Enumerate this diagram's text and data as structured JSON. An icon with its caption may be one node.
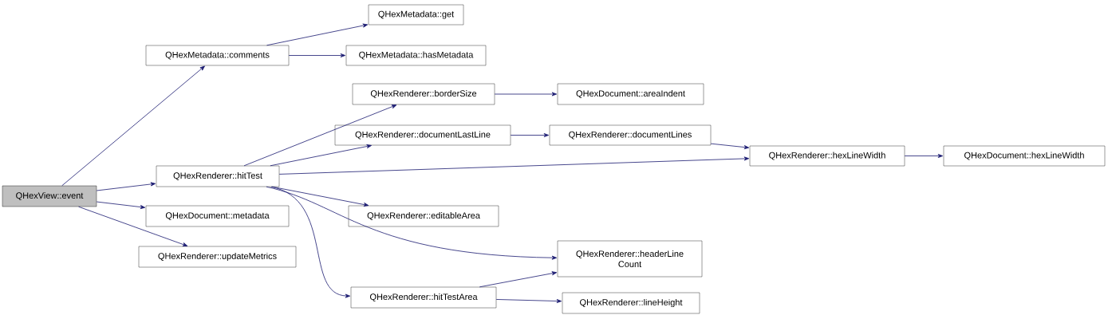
{
  "diagram": {
    "nodes": [
      {
        "text": [
          "QHexView::event"
        ]
      },
      {
        "text": [
          "QHexMetadata::comments"
        ]
      },
      {
        "text": [
          "QHexMetadata::get"
        ]
      },
      {
        "text": [
          "QHexMetadata::hasMetadata"
        ]
      },
      {
        "text": [
          "QHexRenderer::hitTest"
        ]
      },
      {
        "text": [
          "QHexRenderer::borderSize"
        ]
      },
      {
        "text": [
          "QHexDocument::areaIndent"
        ]
      },
      {
        "text": [
          "QHexRenderer::documentLastLine"
        ]
      },
      {
        "text": [
          "QHexRenderer::documentLines"
        ]
      },
      {
        "text": [
          "QHexRenderer::hexLineWidth"
        ]
      },
      {
        "text": [
          "QHexDocument::hexLineWidth"
        ]
      },
      {
        "text": [
          "QHexRenderer::editableArea"
        ]
      },
      {
        "text": [
          "QHexRenderer::headerLine Count"
        ]
      },
      {
        "text": [
          "QHexRenderer::hitTestArea"
        ]
      },
      {
        "text": [
          "QHexRenderer::lineHeight"
        ]
      },
      {
        "text": [
          "QHexDocument::metadata"
        ]
      },
      {
        "text": [
          "QHexRenderer::updateMetrics"
        ]
      }
    ],
    "edges": [
      {
        "from": 0,
        "to": 1,
        "arrow": "to"
      },
      {
        "from": 0,
        "to": 4,
        "arrow": "to"
      },
      {
        "from": 0,
        "to": 15,
        "arrow": "to"
      },
      {
        "from": 0,
        "to": 16,
        "arrow": "to"
      },
      {
        "from": 1,
        "to": 2,
        "arrow": "to"
      },
      {
        "from": 1,
        "to": 3,
        "arrow": "to"
      },
      {
        "from": 4,
        "to": 5,
        "arrow": "to"
      },
      {
        "from": 4,
        "to": 7,
        "arrow": "to"
      },
      {
        "from": 4,
        "to": 9,
        "arrow": "to"
      },
      {
        "from": 4,
        "to": 11,
        "arrow": "to"
      },
      {
        "from": 4,
        "to": 12,
        "arrow": "to"
      },
      {
        "from": 4,
        "to": 13,
        "arrow": "to"
      },
      {
        "from": 5,
        "to": 6,
        "arrow": "to"
      },
      {
        "from": 7,
        "to": 8,
        "arrow": "to"
      },
      {
        "from": 8,
        "to": 9,
        "arrow": "to"
      },
      {
        "from": 9,
        "to": 10,
        "arrow": "to"
      },
      {
        "from": 13,
        "to": 12,
        "arrow": "to"
      },
      {
        "from": 13,
        "to": 14,
        "arrow": "to"
      }
    ]
  }
}
